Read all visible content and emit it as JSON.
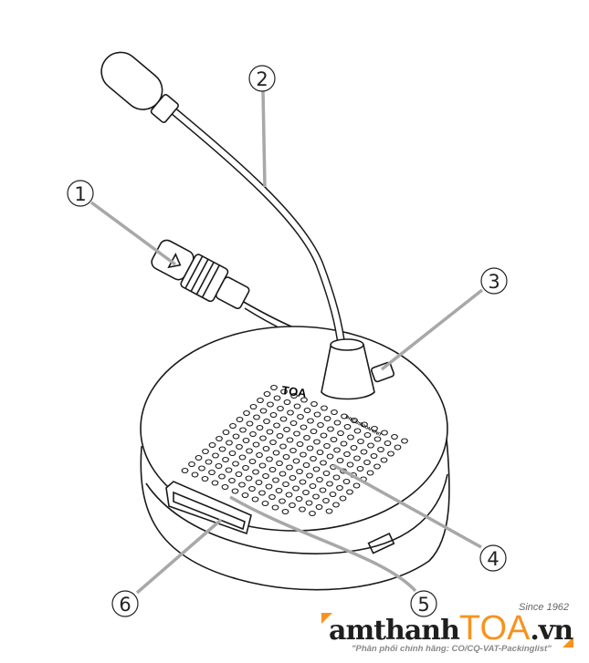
{
  "callouts": [
    {
      "number": "1",
      "glyph": "①"
    },
    {
      "number": "2",
      "glyph": "②"
    },
    {
      "number": "3",
      "glyph": "③"
    },
    {
      "number": "4",
      "glyph": "④"
    },
    {
      "number": "5",
      "glyph": "⑤"
    },
    {
      "number": "6",
      "glyph": "⑥"
    }
  ],
  "device": {
    "brand": "TOA",
    "unit_label": "DISCUSSION UNIT"
  },
  "watermark": {
    "brand_prefix": "amthanh",
    "brand_highlight": "TOA",
    "brand_suffix": ".vn",
    "since": "Since 1962",
    "tagline": "\"Phân phối chính hãng: CO/CQ-VAT-Packinglist\"",
    "colors": {
      "accent": "#f7931e",
      "text": "#1e1e1e"
    }
  }
}
